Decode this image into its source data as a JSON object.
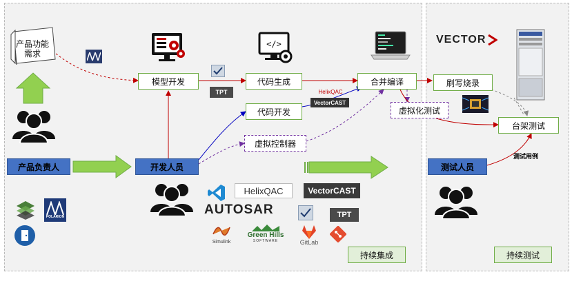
{
  "nodes": {
    "product_req": "产品功能需求",
    "product_owner": "产品负责人",
    "developer": "开发人员",
    "model_dev": "模型开发",
    "code_gen": "代码生成",
    "code_dev": "代码开发",
    "virtual_ctrl": "虚拟控制器",
    "merge_compile": "合并编译",
    "virtual_test": "虚拟化测试",
    "flash": "刷写烧录",
    "rack_test": "台架测试",
    "tester": "测试人员",
    "test_cases": "测试用例"
  },
  "stages": {
    "ci": "持续集成",
    "ct": "持续测试"
  },
  "logos": {
    "vector": "VECTOR",
    "helixqac_small": "HelixQAC",
    "vectorcast_small": "VectorCAST",
    "tpt": "TPT",
    "polarion": "POLARION",
    "helixqac": "HelixQAC",
    "vectorcast": "VectorCAST",
    "autosar": "AUTOSAR",
    "simulink": "Simulink",
    "greenhills": "Green Hills",
    "greenhills_sub": "SOFTWARE",
    "gitlab": "GitLab"
  },
  "colors": {
    "flow_green": "#92d050",
    "role_blue": "#4472c4",
    "box_border": "#70ad47",
    "virtual_border": "#7030a0",
    "red_line": "#c00000",
    "blue_line": "#0000c0"
  }
}
